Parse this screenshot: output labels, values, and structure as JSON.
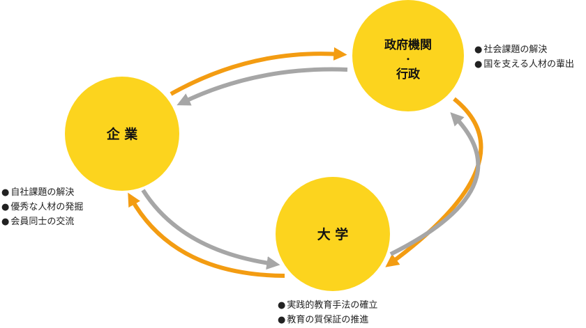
{
  "nodes": {
    "government": {
      "label_line1": "政府機関",
      "label_sep": "・",
      "label_line2": "行政",
      "bullets": [
        "社会課題の解決",
        "国を支える人材の輩出"
      ]
    },
    "company": {
      "label": "企 業",
      "bullets": [
        "自社課題の解決",
        "優秀な人材の発掘",
        "会員同士の交流"
      ]
    },
    "university": {
      "label": "大 学",
      "bullets": [
        "実践的教育手法の確立",
        "教育の質保証の推進"
      ]
    }
  },
  "colors": {
    "node_fill": "#fcd41e",
    "arrow_orange": "#f39c12",
    "arrow_gray": "#a6a6a6"
  },
  "arrows": [
    {
      "from": "company",
      "to": "government",
      "color": "orange"
    },
    {
      "from": "government",
      "to": "company",
      "color": "gray"
    },
    {
      "from": "government",
      "to": "university",
      "color": "orange"
    },
    {
      "from": "university",
      "to": "government",
      "color": "gray"
    },
    {
      "from": "company",
      "to": "university",
      "color": "gray"
    },
    {
      "from": "university",
      "to": "company",
      "color": "orange"
    }
  ]
}
